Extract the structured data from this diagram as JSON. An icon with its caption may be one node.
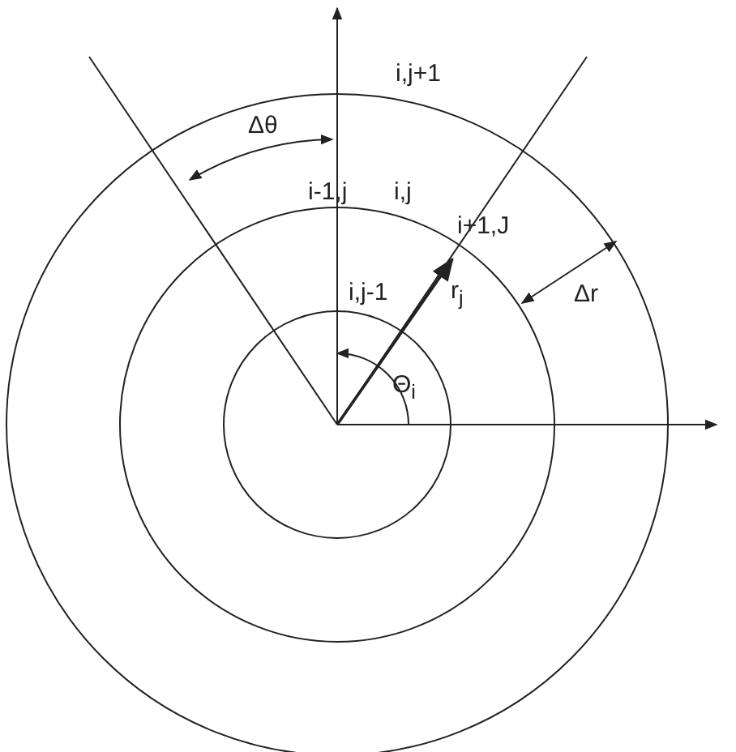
{
  "diagram": {
    "labels": [
      "i,j+1",
      "Δθ",
      "i-1,j",
      "i,j",
      "i+1,J",
      "i,j-1",
      "r$_{j}$",
      "Δr",
      "Θ$_{i}$"
    ]
  }
}
